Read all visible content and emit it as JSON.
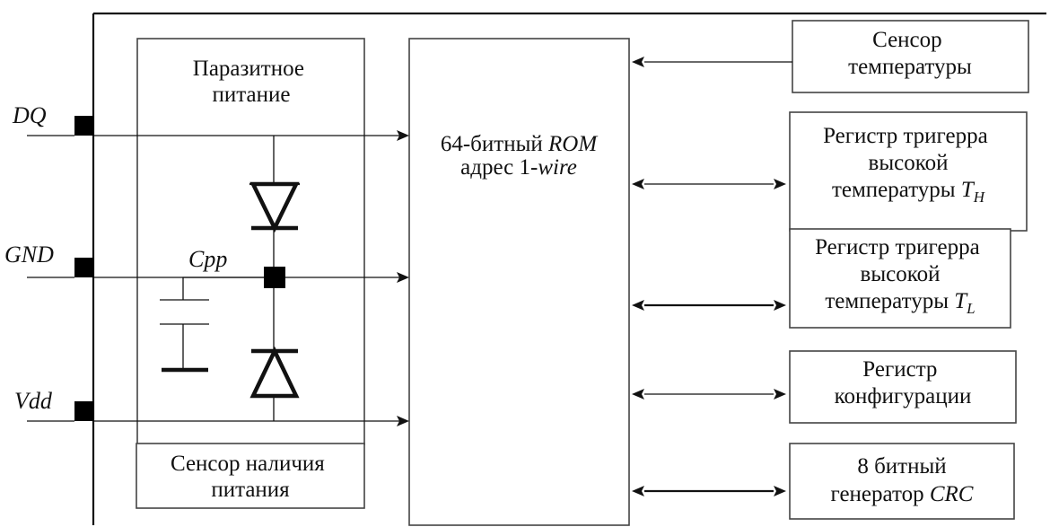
{
  "colors": {
    "line": "#111111",
    "box_border": "#444444",
    "background": "#ffffff"
  },
  "pins": {
    "dq": "DQ",
    "gnd": "GND",
    "vdd": "Vdd"
  },
  "capacitor_label": "Cpp",
  "blocks": {
    "parasitic_power": {
      "line1": "Паразитное",
      "line2": "питание"
    },
    "power_sensor": {
      "line1": "Сенсор наличия",
      "line2": "питания"
    },
    "rom": {
      "line1_prefix": "64-битный ",
      "line1_italic": "ROM",
      "line2_prefix": "адрес 1-",
      "line2_italic": "wire"
    },
    "temp_sensor": {
      "line1": "Сенсор",
      "line2": "температуры"
    },
    "th_register": {
      "line1": "Регистр тригерра",
      "line2": "высокой",
      "line3": "температуры ",
      "sym": "T",
      "sub": "H"
    },
    "tl_register": {
      "line1": "Регистр тригерра",
      "line2": "высокой",
      "line3": "температуры ",
      "sym": "T",
      "sub": "L"
    },
    "config_register": {
      "line1": "Регистр",
      "line2": "конфигурации"
    },
    "crc_generator": {
      "line1": "8 битный",
      "line2_prefix": "генератор ",
      "line2_italic": "CRC"
    }
  }
}
